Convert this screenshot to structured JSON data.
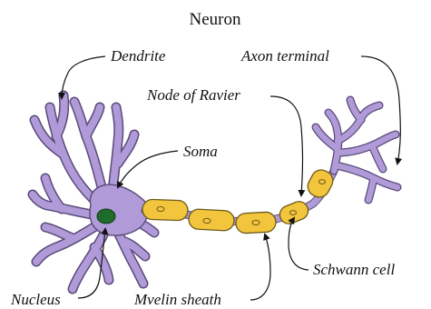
{
  "diagram": {
    "title": "Neuron",
    "labels": {
      "dendrite": "Dendrite",
      "axon_terminal": "Axon terminal",
      "node_of_ranvier": "Node of Ravier",
      "soma": "Soma",
      "nucleus": "Nucleus",
      "myelin_sheath": "Mvelin sheath",
      "schwann_cell": "Schwann cell"
    },
    "colors": {
      "cell_body": "#b09ad8",
      "myelin": "#f3c53c",
      "nucleus": "#1f6b2a",
      "outline": "#5a4a7a"
    }
  }
}
